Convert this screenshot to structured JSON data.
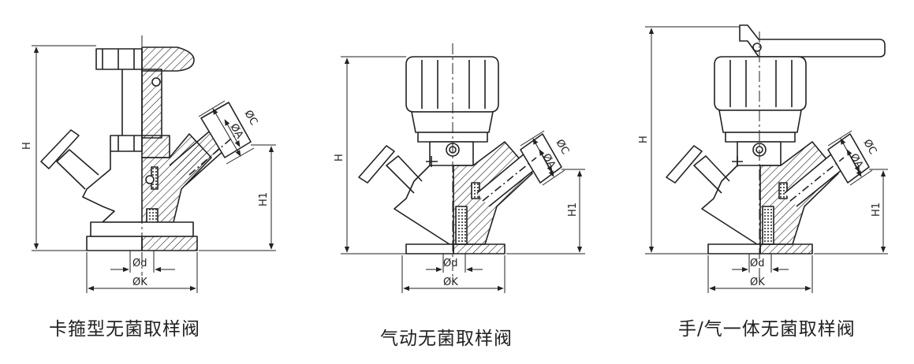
{
  "diagrams": [
    {
      "caption": "卡箍型无菌取样阀",
      "dims": {
        "h": "H",
        "h1": "H1",
        "c": "ØC",
        "a": "ØA",
        "d": "Ød",
        "k": "ØK"
      }
    },
    {
      "caption": "气动无菌取样阀",
      "dims": {
        "h": "H",
        "h1": "H1",
        "c": "ØC",
        "a": "ØA",
        "d": "Ød",
        "k": "ØK"
      }
    },
    {
      "caption": "手/气一体无菌取样阀",
      "dims": {
        "h": "H",
        "h1": "H1",
        "c": "ØC",
        "a": "ØA",
        "d": "Ød",
        "k": "ØK"
      }
    }
  ],
  "colors": {
    "line": "#222222",
    "background": "#ffffff"
  }
}
